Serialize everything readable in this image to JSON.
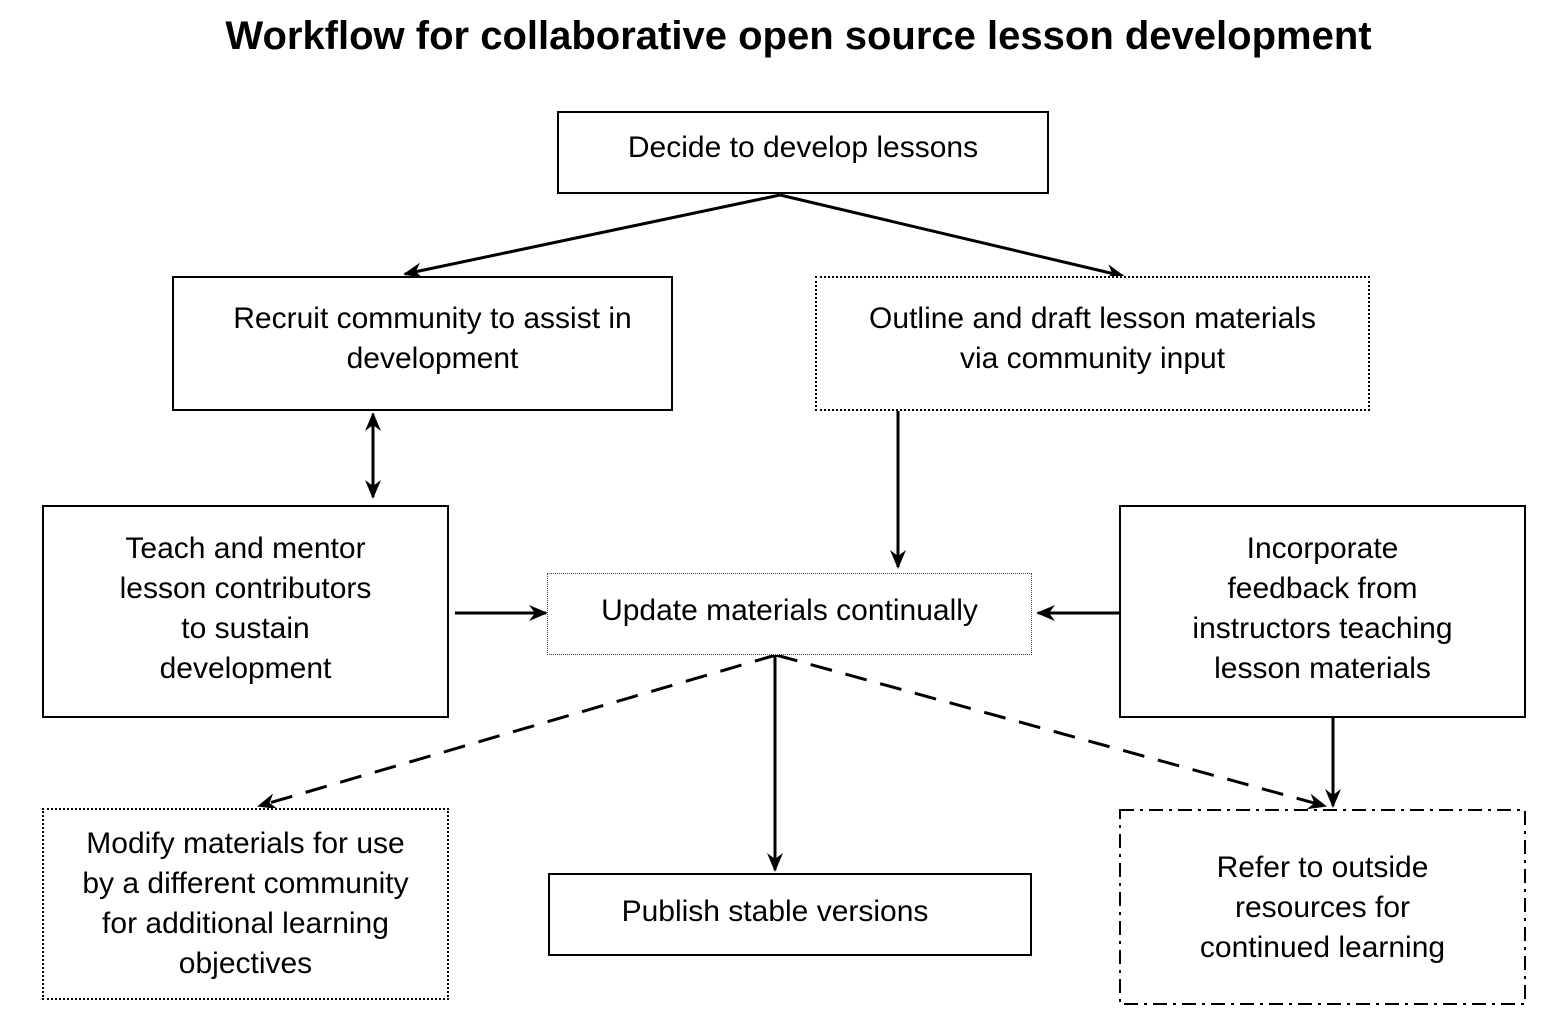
{
  "title": "Workflow for collaborative open source lesson development",
  "nodes": {
    "decide": "Decide to develop lessons",
    "recruit": "Recruit community to assist in\ndevelopment",
    "outline": "Outline and draft lesson materials\nvia community input",
    "teach": "Teach and mentor\nlesson contributors\nto sustain\ndevelopment",
    "update": "Update materials continually",
    "incorporate": "Incorporate\nfeedback from\ninstructors teaching\nlesson materials",
    "modify": "Modify materials for use\nby a different community\nfor additional learning\nobjectives",
    "publish": "Publish stable versions",
    "refer": "Refer to outside\nresources for\ncontinued learning"
  },
  "edges": [
    {
      "from": "decide",
      "to": "recruit",
      "style": "solid"
    },
    {
      "from": "decide",
      "to": "outline",
      "style": "solid"
    },
    {
      "from": "recruit",
      "to": "teach",
      "style": "solid",
      "bidirectional": true
    },
    {
      "from": "outline",
      "to": "update",
      "style": "solid"
    },
    {
      "from": "teach",
      "to": "update",
      "style": "solid"
    },
    {
      "from": "incorporate",
      "to": "update",
      "style": "solid"
    },
    {
      "from": "update",
      "to": "modify",
      "style": "dashed"
    },
    {
      "from": "update",
      "to": "publish",
      "style": "solid"
    },
    {
      "from": "update",
      "to": "refer",
      "style": "dashed"
    },
    {
      "from": "incorporate",
      "to": "refer",
      "style": "solid"
    }
  ]
}
